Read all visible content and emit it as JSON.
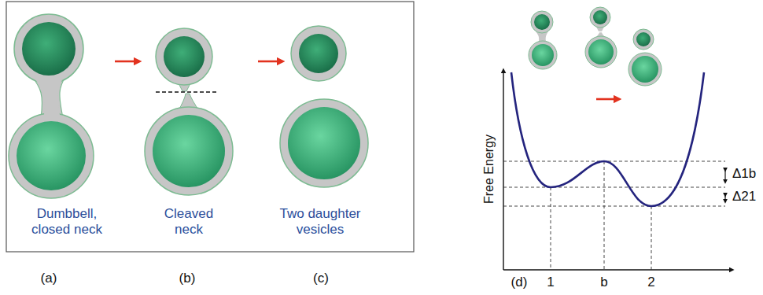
{
  "diagram": {
    "labels": [
      "Dumbbell, closed neck",
      "Cleaved neck",
      "Two daughter vesicles",
      "(a)",
      "(b)",
      "(c)",
      "(d)",
      "Free Energy",
      "Δ1b",
      "Δ21",
      "1",
      "b",
      "2"
    ]
  }
}
